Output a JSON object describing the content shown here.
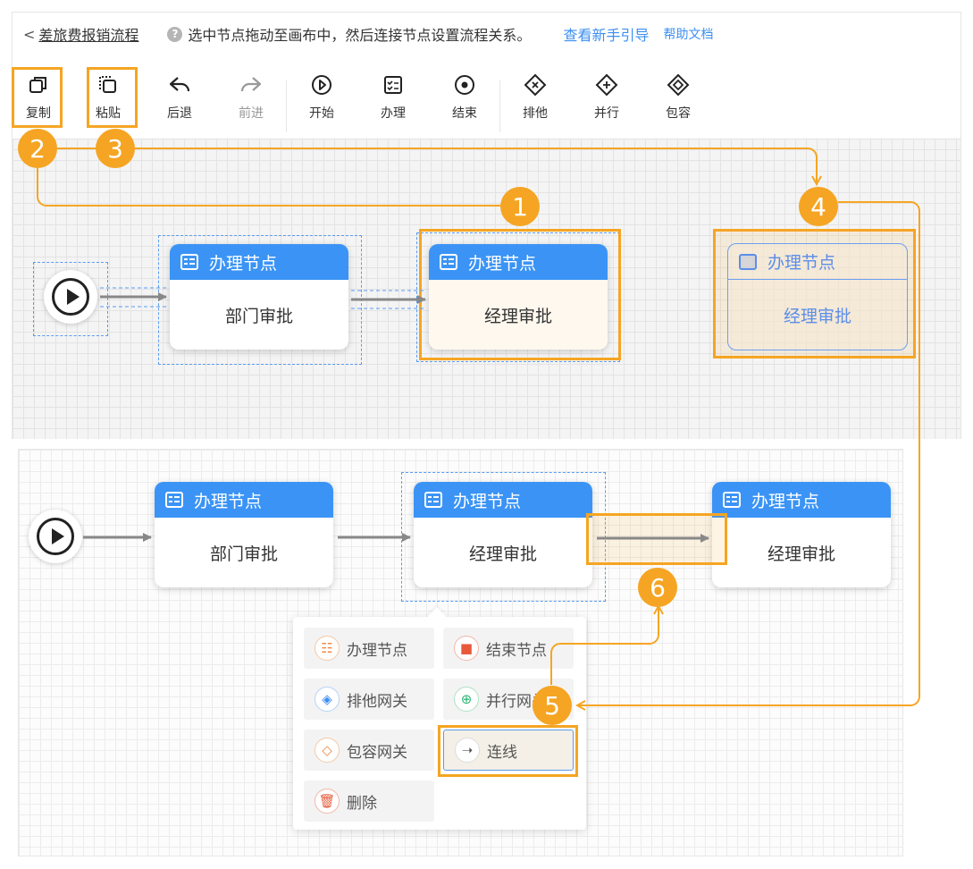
{
  "header": {
    "back_title": "差旅费报销流程",
    "hint": "选中节点拖动至画布中，然后连接节点设置流程关系。",
    "guide_link": "查看新手引导",
    "help_link": "帮助文档"
  },
  "toolbar": {
    "copy": "复制",
    "paste": "粘贴",
    "undo": "后退",
    "redo": "前进",
    "start": "开始",
    "task": "办理",
    "end": "结束",
    "exclusive": "排他",
    "parallel": "并行",
    "inclusive": "包容"
  },
  "canvas_top": {
    "node1": {
      "type": "办理节点",
      "name": "部门审批"
    },
    "node2": {
      "type": "办理节点",
      "name": "经理审批"
    },
    "node3": {
      "type": "办理节点",
      "name": "经理审批"
    }
  },
  "canvas_bottom": {
    "node1": {
      "type": "办理节点",
      "name": "部门审批"
    },
    "node2": {
      "type": "办理节点",
      "name": "经理审批"
    },
    "node3": {
      "type": "办理节点",
      "name": "经理审批"
    }
  },
  "context_menu": {
    "task_node": "办理节点",
    "end_node": "结束节点",
    "exclusive_gateway": "排他网关",
    "parallel_gateway": "并行网关",
    "inclusive_gateway": "包容网关",
    "connect": "连线",
    "delete": "删除"
  },
  "badges": [
    "1",
    "2",
    "3",
    "4",
    "5",
    "6"
  ],
  "colors": {
    "accent": "#3b94f5",
    "highlight": "#f5a523",
    "link": "#3d8ff2"
  }
}
